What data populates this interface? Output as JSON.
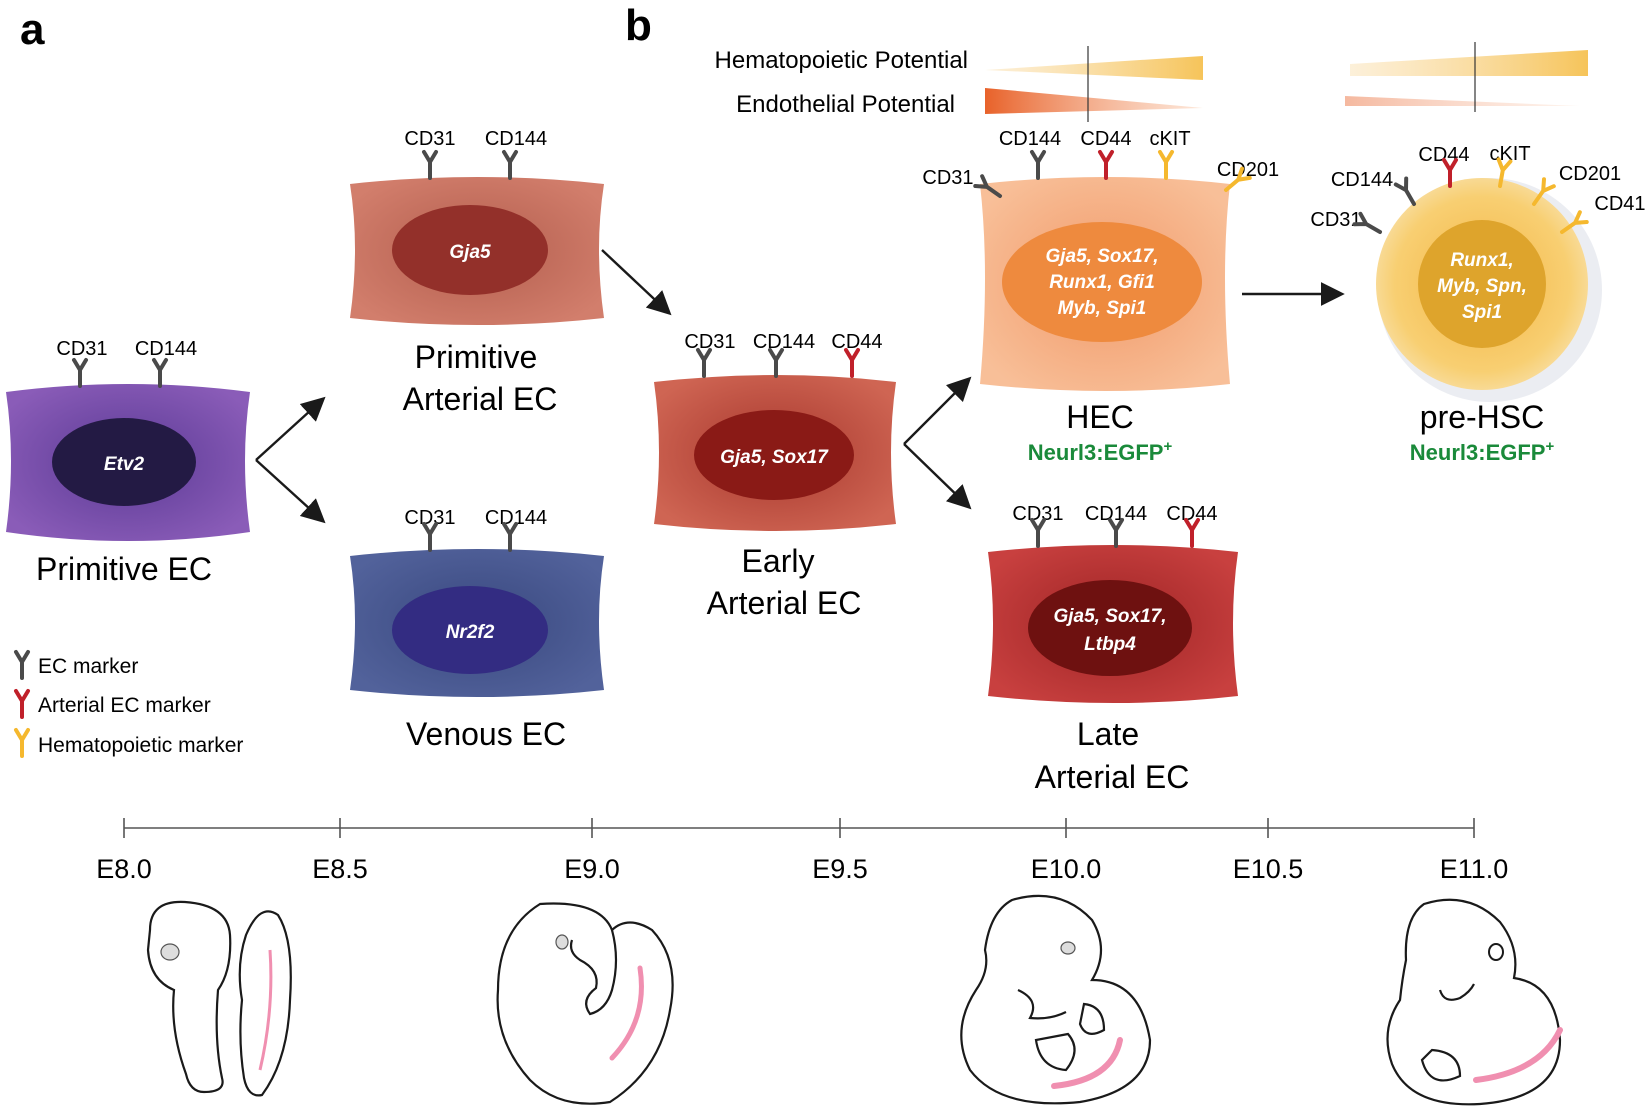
{
  "panels": {
    "a": "a",
    "b": "b"
  },
  "colors": {
    "ec_marker": "#4a4a4a",
    "arterial_marker": "#c0202a",
    "hematopoietic_marker": "#f5b82e",
    "reporter_text": "#1a8a3a",
    "primitive_ec": "#7a4ea8",
    "primitive_arterial": "#c97060",
    "venous": "#4c5a91",
    "early_arterial": "#c75a4b",
    "late_arterial": "#bf3536",
    "hec": "#f4ad80",
    "pre_hsc": "#f6c860",
    "embryo_vessel": "#f08fb0"
  },
  "cells": {
    "primitive_ec": {
      "name": "Primitive EC",
      "genes": [
        "Etv2"
      ],
      "markers": [
        "CD31",
        "CD144"
      ]
    },
    "primitive_arterial_ec": {
      "name_lines": [
        "Primitive",
        "Arterial EC"
      ],
      "genes": [
        "Gja5"
      ],
      "markers": [
        "CD31",
        "CD144"
      ]
    },
    "venous_ec": {
      "name": "Venous EC",
      "genes": [
        "Nr2f2"
      ],
      "markers": [
        "CD31",
        "CD144"
      ]
    },
    "early_arterial_ec": {
      "name_lines": [
        "Early",
        "Arterial EC"
      ],
      "genes": [
        "Gja5, Sox17"
      ],
      "markers": [
        "CD31",
        "CD144",
        "CD44"
      ]
    },
    "hec": {
      "name": "HEC",
      "reporter": "Neurl3:EGFP",
      "reporter_sup": "+",
      "genes": [
        "Gja5, Sox17,",
        "Runx1, Gfi1",
        "Myb, Spi1"
      ],
      "markers": [
        "CD31",
        "CD144",
        "CD44",
        "cKIT",
        "CD201"
      ]
    },
    "late_arterial_ec": {
      "name_lines": [
        "Late",
        "Arterial EC"
      ],
      "genes": [
        "Gja5, Sox17,",
        "Ltbp4"
      ],
      "markers": [
        "CD31",
        "CD144",
        "CD44"
      ]
    },
    "pre_hsc": {
      "name": "pre-HSC",
      "reporter": "Neurl3:EGFP",
      "reporter_sup": "+",
      "genes": [
        "Runx1,",
        "Myb, Spn,",
        "Spi1"
      ],
      "markers": [
        "CD31",
        "CD144",
        "CD44",
        "cKIT",
        "CD201",
        "CD41"
      ]
    }
  },
  "potentials": {
    "hematopoietic": "Hematopoietic Potential",
    "endothelial": "Endothelial Potential"
  },
  "legend": [
    {
      "label": "EC marker",
      "color_key": "ec_marker"
    },
    {
      "label": "Arterial EC marker",
      "color_key": "arterial_marker"
    },
    {
      "label": "Hematopoietic marker",
      "color_key": "hematopoietic_marker"
    }
  ],
  "timeline": [
    "E8.0",
    "E8.5",
    "E9.0",
    "E9.5",
    "E10.0",
    "E10.5",
    "E11.0"
  ]
}
